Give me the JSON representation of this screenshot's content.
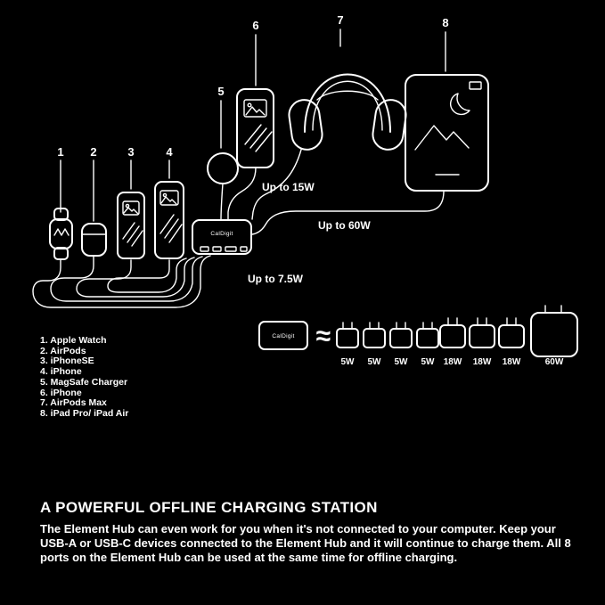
{
  "diagram": {
    "device_numbers": [
      "1",
      "2",
      "3",
      "4",
      "5",
      "6",
      "7",
      "8"
    ],
    "cable_labels": {
      "up_to_15w": "Up to 15W",
      "up_to_60w": "Up to 60W",
      "up_to_7_5w": "Up to 7.5W"
    },
    "hub_brand": "CalDigit",
    "equivalence_symbol": "≈",
    "chargers": [
      "5W",
      "5W",
      "5W",
      "5W",
      "18W",
      "18W",
      "18W",
      "60W"
    ],
    "colors": {
      "background": "#000000",
      "line": "#ffffff"
    }
  },
  "device_list": {
    "items": [
      "1. Apple Watch",
      "2. AirPods",
      "3. iPhoneSE",
      "4. iPhone",
      "5. MagSafe Charger",
      "6. iPhone",
      "7. AirPods Max",
      "8. iPad Pro/ iPad Air"
    ]
  },
  "footer": {
    "heading": "A POWERFUL OFFLINE CHARGING STATION",
    "body": "The Element Hub can even work for you when it's not connected to your computer. Keep your USB-A or USB-C devices connected to the Element Hub and it will continue to charge them. All 8 ports on the Element Hub can be used at the same time for offline charging."
  }
}
